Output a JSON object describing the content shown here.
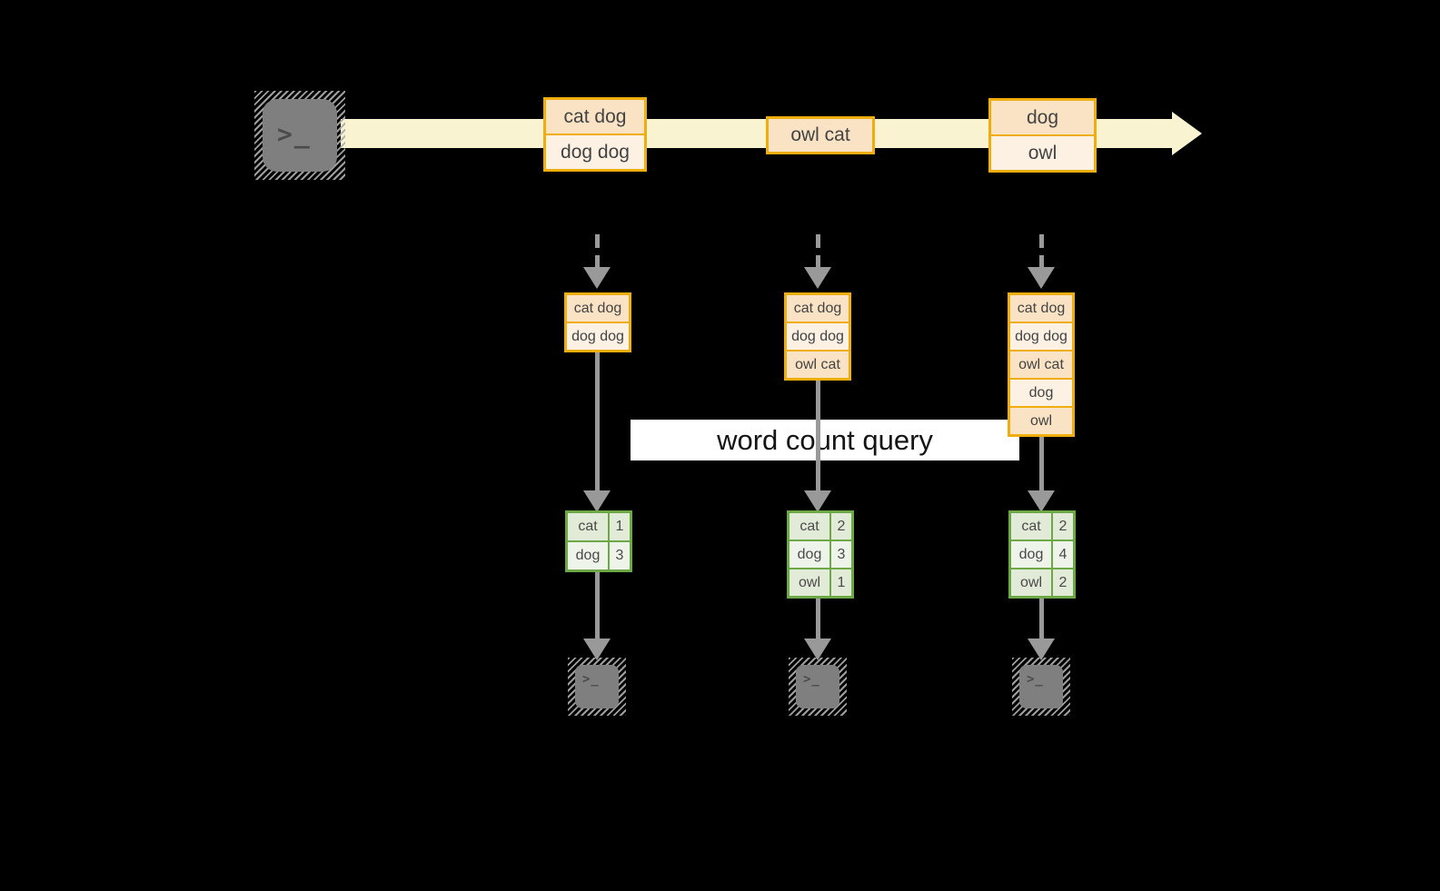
{
  "colors": {
    "background": "#000000",
    "amber_border": "#F0AD0E",
    "peach_dark": "#FAE3C4",
    "peach_light": "#FCF1E3",
    "band_yellow": "#FAF3D2",
    "green_border": "#6CA845",
    "green_dark": "#E2EBD7",
    "green_light": "#EFF4EB",
    "arrow_gray": "#999999",
    "terminal_gray": "#7F7F7F"
  },
  "terminal_glyph": ">_",
  "query_label": "word count query",
  "stream": {
    "events": [
      [
        "cat dog",
        "dog dog"
      ],
      [
        "owl cat"
      ],
      [
        "dog",
        "owl"
      ]
    ]
  },
  "workers": [
    {
      "buffer": [
        "cat dog",
        "dog dog"
      ],
      "counts": [
        {
          "word": "cat",
          "count": 1
        },
        {
          "word": "dog",
          "count": 3
        }
      ]
    },
    {
      "buffer": [
        "cat dog",
        "dog dog",
        "owl cat"
      ],
      "counts": [
        {
          "word": "cat",
          "count": 2
        },
        {
          "word": "dog",
          "count": 3
        },
        {
          "word": "owl",
          "count": 1
        }
      ]
    },
    {
      "buffer": [
        "cat dog",
        "dog dog",
        "owl cat",
        "dog",
        "owl"
      ],
      "counts": [
        {
          "word": "cat",
          "count": 2
        },
        {
          "word": "dog",
          "count": 4
        },
        {
          "word": "owl",
          "count": 2
        }
      ]
    }
  ]
}
